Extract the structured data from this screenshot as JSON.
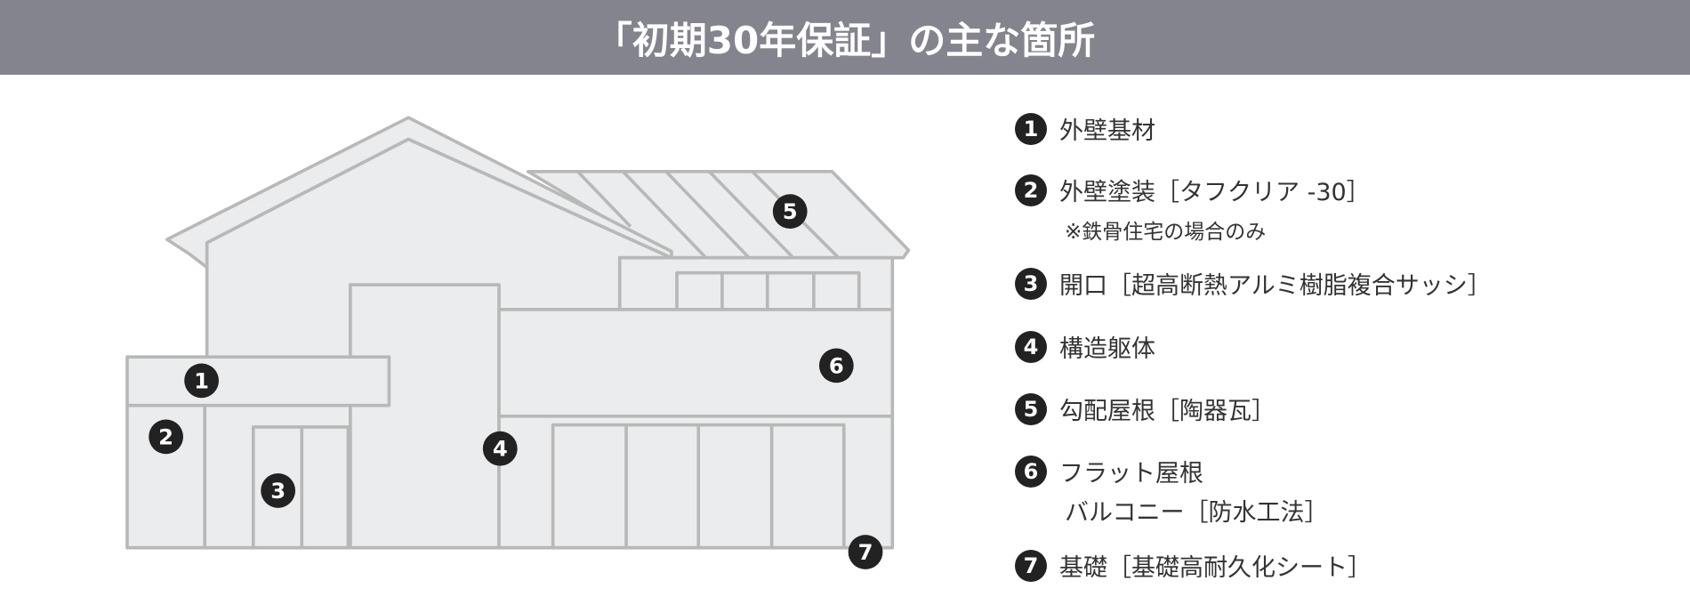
{
  "header": {
    "title": "「初期30年保証」の主な箇所"
  },
  "badges": [
    "1",
    "2",
    "3",
    "4",
    "5",
    "6",
    "7"
  ],
  "items": [
    {
      "num": "1",
      "label": "外壁基材"
    },
    {
      "num": "2",
      "label": "外壁塗装［タフクリア -30］",
      "note": "※鉄骨住宅の場合のみ"
    },
    {
      "num": "3",
      "label": "開口［超高断熱アルミ樹脂複合サッシ］"
    },
    {
      "num": "4",
      "label": "構造躯体"
    },
    {
      "num": "5",
      "label": "勾配屋根［陶器瓦］"
    },
    {
      "num": "6",
      "label": "フラット屋根",
      "note": "バルコニー［防水工法］"
    },
    {
      "num": "7",
      "label": "基礎［基礎高耐久化シート］"
    }
  ],
  "colors": {
    "header_bg": "#84848e",
    "line": "#b8b8b8",
    "fill": "#ebeced",
    "badge": "#222222"
  }
}
